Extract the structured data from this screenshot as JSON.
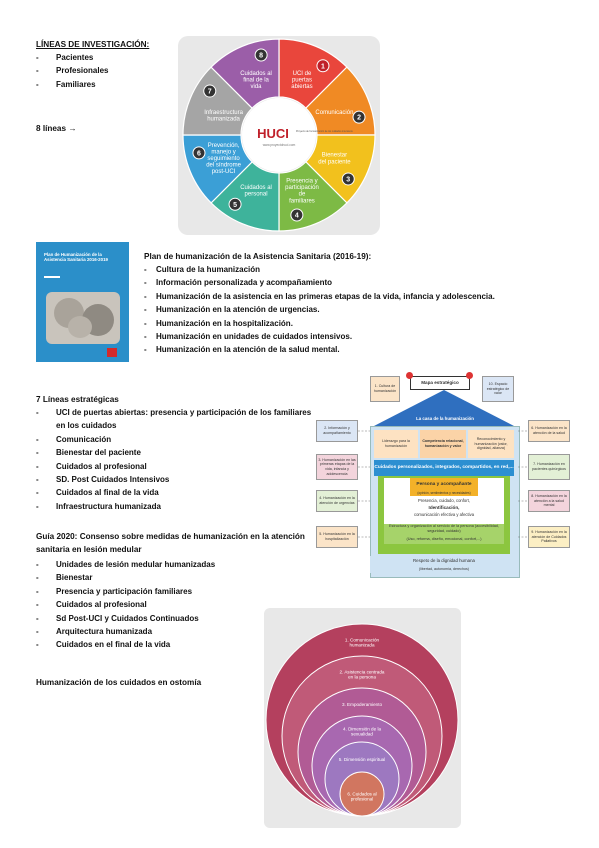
{
  "section1": {
    "heading": "LÍNEAS DE INVESTIGACIÓN:",
    "items": [
      "Pacientes",
      "Profesionales",
      "Familiares"
    ],
    "lines_note": "8 líneas →"
  },
  "wheel": {
    "logo_main": "HUCI",
    "logo_side": "Proyecto de humanización de los cuidados intensivos",
    "logo_sub": "www.proyectohuci.com",
    "segments": [
      {
        "num": "1",
        "label": "UCI de puertas abiertas",
        "color": "#e9463c"
      },
      {
        "num": "2",
        "label": "Comunicación",
        "color": "#f08a24"
      },
      {
        "num": "3",
        "label": "Bienestar del paciente",
        "color": "#f2c11d"
      },
      {
        "num": "4",
        "label": "Presencia y participación de familiares",
        "color": "#7dba45"
      },
      {
        "num": "5",
        "label": "Cuidados al personal",
        "color": "#3eb39b"
      },
      {
        "num": "6",
        "label": "Prevención, manejo y seguimiento del síndrome post-UCI",
        "color": "#3b9fd6"
      },
      {
        "num": "7",
        "label": "Infraestructura humanizada",
        "color": "#a5a5a5"
      },
      {
        "num": "8",
        "label": "Cuidados al final de la vida",
        "color": "#9b5ea8"
      }
    ]
  },
  "cover": {
    "title": "Plan de Humanización de la Asistencia Sanitaria 2016-2019"
  },
  "plan": {
    "heading": "Plan de humanización de la Asistencia Sanitaria (2016-19):",
    "items": [
      "Cultura de la humanización",
      "Información personalizada y acompañamiento",
      "Humanización de la asistencia en las primeras etapas de la vida, infancia y adolescencia.",
      "Humanización en la atención de urgencias.",
      "Humanización en la hospitalización.",
      "Humanización en unidades de cuidados intensivos.",
      "Humanización en la atención de la salud mental."
    ]
  },
  "lineas7": {
    "heading": "7 Líneas estratégicas",
    "items": [
      "UCI de puertas abiertas: presencia y participación de los familiares en los cuidados",
      "Comunicación",
      "Bienestar del paciente",
      "Cuidados al profesional",
      "SD. Post Cuidados Intensivos",
      "Cuidados al final de la vida",
      "Infraestructura humanizada"
    ]
  },
  "house": {
    "sign": "Mapa estratégico",
    "top_left": "1. Cultura de humanización",
    "top_right": "10. Espacio estratégico de valor",
    "roof": "La casa de la humanización",
    "row1": [
      "Liderazgo para la humanización",
      "Competencia relacional, humanización y valor",
      "Reconocimiento y humanización (valor, dignidad, alianza)"
    ],
    "band": "Cuidados personalizados, integrados, compartidos, en red,...",
    "persons": "Persona y acompañante",
    "persons_sub": "(opinión, sentimientos y necesidades)",
    "line2": "Presencia, cuidado, confort,",
    "line3": "Identificación,",
    "line4": "comunicación efectiva y afectiva",
    "line5": "Estructura y organización al servicio de la persona (accesibilidad, seguridad, cuidado)",
    "line6": "(Uso, reforma, diseño, emocional, confort,...)",
    "base": "Respeto de la dignidad humana",
    "base_sub": "(libertad, autonomía, derechos)",
    "left_boxes": [
      "2. Información y acompañamiento",
      "3. Humanización en las primeras etapas de la vida, infancia y adolescencia",
      "4. Humanización en la atención de urgencias",
      "5. Humanización en la hospitalización"
    ],
    "right_boxes": [
      "6. Humanización en la atención de la salud",
      "7. Humanización en pacientes quirúrgicos",
      "8. Humanización en la atención a la salud mental",
      "9. Humanización en la atención de Cuidados Paliativos"
    ]
  },
  "guia": {
    "heading": "Guía 2020: Consenso sobre medidas de humanización en la atención sanitaria en lesión medular",
    "items": [
      "Unidades de lesión medular humanizadas",
      "Bienestar",
      "Presencia y participación familiares",
      "Cuidados al profesional",
      "Sd Post-UCI y Cuidados Continuados",
      "Arquitectura humanizada",
      "Cuidados en el final de la vida"
    ]
  },
  "ostomia": {
    "heading": "Humanización de los cuidados en ostomía",
    "rings": [
      {
        "label": "1. Comunicación humanizada",
        "color": "#b4405e"
      },
      {
        "label": "2. Asistencia centrada en la persona",
        "color": "#c05a78"
      },
      {
        "label": "3. Empoderamiento",
        "color": "#b15b95"
      },
      {
        "label": "4. Dimensión de la sexualidad",
        "color": "#a868b0"
      },
      {
        "label": "5. Dimensión espiritual",
        "color": "#9d78c0"
      },
      {
        "label": "6. Cuidados al profesional",
        "color": "#d17660"
      }
    ]
  }
}
